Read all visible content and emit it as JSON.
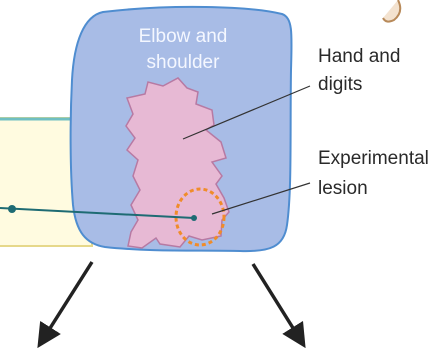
{
  "diagram": {
    "region_label_line1": "Elbow and",
    "region_label_line2": "shoulder",
    "hand_label_line1": "Hand and",
    "hand_label_line2": "digits",
    "lesion_label_line1": "Experimental",
    "lesion_label_line2": "lesion"
  },
  "colors": {
    "cortex_fill": "#a8bce6",
    "cortex_stroke": "#4f8dd0",
    "hand_area_fill": "#e7b9d4",
    "hand_area_stroke": "#b77aa3",
    "lesion_ring": "#f08c2a",
    "pointer_line": "#1e6b73",
    "callout_box": "#fffbe0",
    "callout_border": "#e6d88a",
    "arrow": "#222222"
  }
}
